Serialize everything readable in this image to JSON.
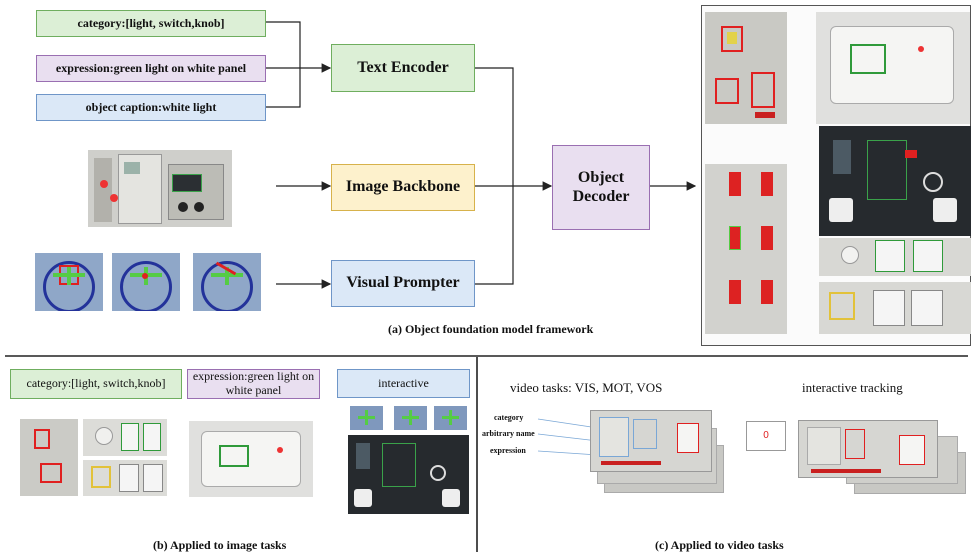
{
  "framework": {
    "inputs": {
      "category": "category:[light, switch,knob]",
      "expression": "expression:green light on white panel",
      "object_caption": "object caption:white light"
    },
    "modules": {
      "text_encoder": "Text Encoder",
      "image_backbone": "Image Backbone",
      "visual_prompter": "Visual Prompter",
      "object_decoder": "Object Decoder"
    },
    "caption": "(a) Object foundation model framework"
  },
  "image_tasks": {
    "category_label": "category:[light, switch,knob]",
    "expression_label": "expression:green light on white panel",
    "interactive_label": "interactive",
    "caption": "(b) Applied to image tasks"
  },
  "video_tasks": {
    "video_label": "video tasks: VIS, MOT, VOS",
    "interactive_tracking_label": "interactive tracking",
    "annotations": {
      "category": "category",
      "arbitrary_name": "arbitrary name",
      "expression": "expression"
    },
    "counter_value": "0",
    "caption": "(c) Applied to video tasks"
  },
  "colors": {
    "green_box": "#dcefd6",
    "purple_box": "#e9dff0",
    "blue_box": "#dbe8f7",
    "yellow_box": "#fdf1cc",
    "highlight_red": "#e02020",
    "highlight_green": "#55cc44"
  }
}
